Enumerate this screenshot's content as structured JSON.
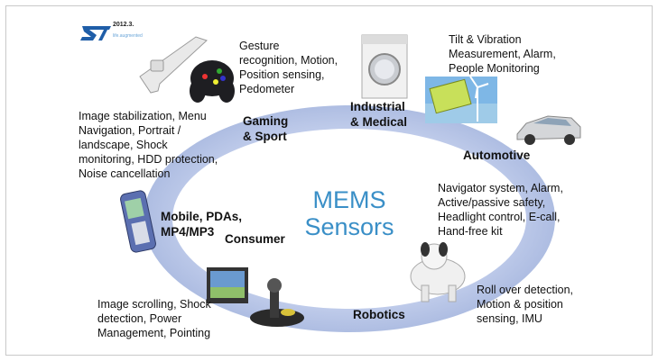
{
  "logo": {
    "date": "2012.3.",
    "tagline": "life.augmented",
    "icon": "st-logo-icon"
  },
  "center": {
    "title": "MEMS\nSensors"
  },
  "sectors": {
    "gaming": {
      "label": "Gaming\n& Sport",
      "desc": "Gesture\nrecognition, Motion,\nPosition sensing,\nPedometer"
    },
    "industrial": {
      "label": "Industrial\n& Medical",
      "desc": "Tilt & Vibration\nMeasurement, Alarm,\nPeople Monitoring"
    },
    "automotive": {
      "label": "Automotive",
      "desc": "Navigator system, Alarm,\nActive/passive safety,\nHeadlight control, E-call,\nHand-free kit"
    },
    "mobile": {
      "label": "Mobile, PDAs,\nMP4/MP3",
      "desc": "Image stabilization, Menu\nNavigation, Portrait /\nlandscape, Shock\nmonitoring, HDD protection,\nNoise cancellation"
    },
    "consumer": {
      "label": "Consumer",
      "desc": "Image scrolling, Shock\ndetection, Power\nManagement, Pointing"
    },
    "robotics": {
      "label": "Robotics",
      "desc": "Roll over detection,\nMotion & position\nsensing, IMU"
    }
  },
  "colors": {
    "ring": "#b9c6e6",
    "ring_inner": "#ffffff",
    "title": "#3a8fc7"
  },
  "images": [
    "game-controller-image",
    "washing-machine-image",
    "wind-turbine-image",
    "car-image",
    "mobile-phone-image",
    "monitor-image",
    "joystick-image",
    "robot-dog-image"
  ]
}
